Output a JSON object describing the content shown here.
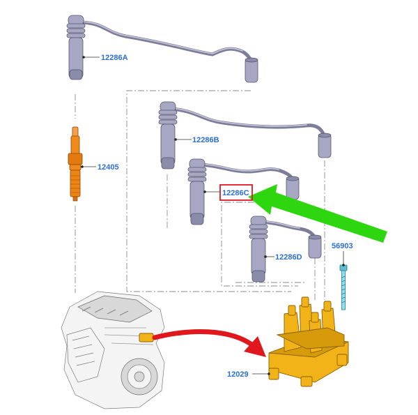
{
  "callouts": {
    "lead_a": "12286A",
    "lead_b": "12286B",
    "lead_c": "12286C",
    "lead_d": "12286D",
    "spark_plug": "12405",
    "coil": "12029",
    "bolt": "56903"
  },
  "colors": {
    "callout_text": "#2a6fd6",
    "highlight_box": "#e0171d",
    "green_arrow": "#2ed60f",
    "red_arrow": "#e0171d",
    "coil": "#f2b318",
    "spark_plug": "#f08a1c",
    "lead": "#a7a7c4",
    "bolt": "#7fd6e6"
  }
}
